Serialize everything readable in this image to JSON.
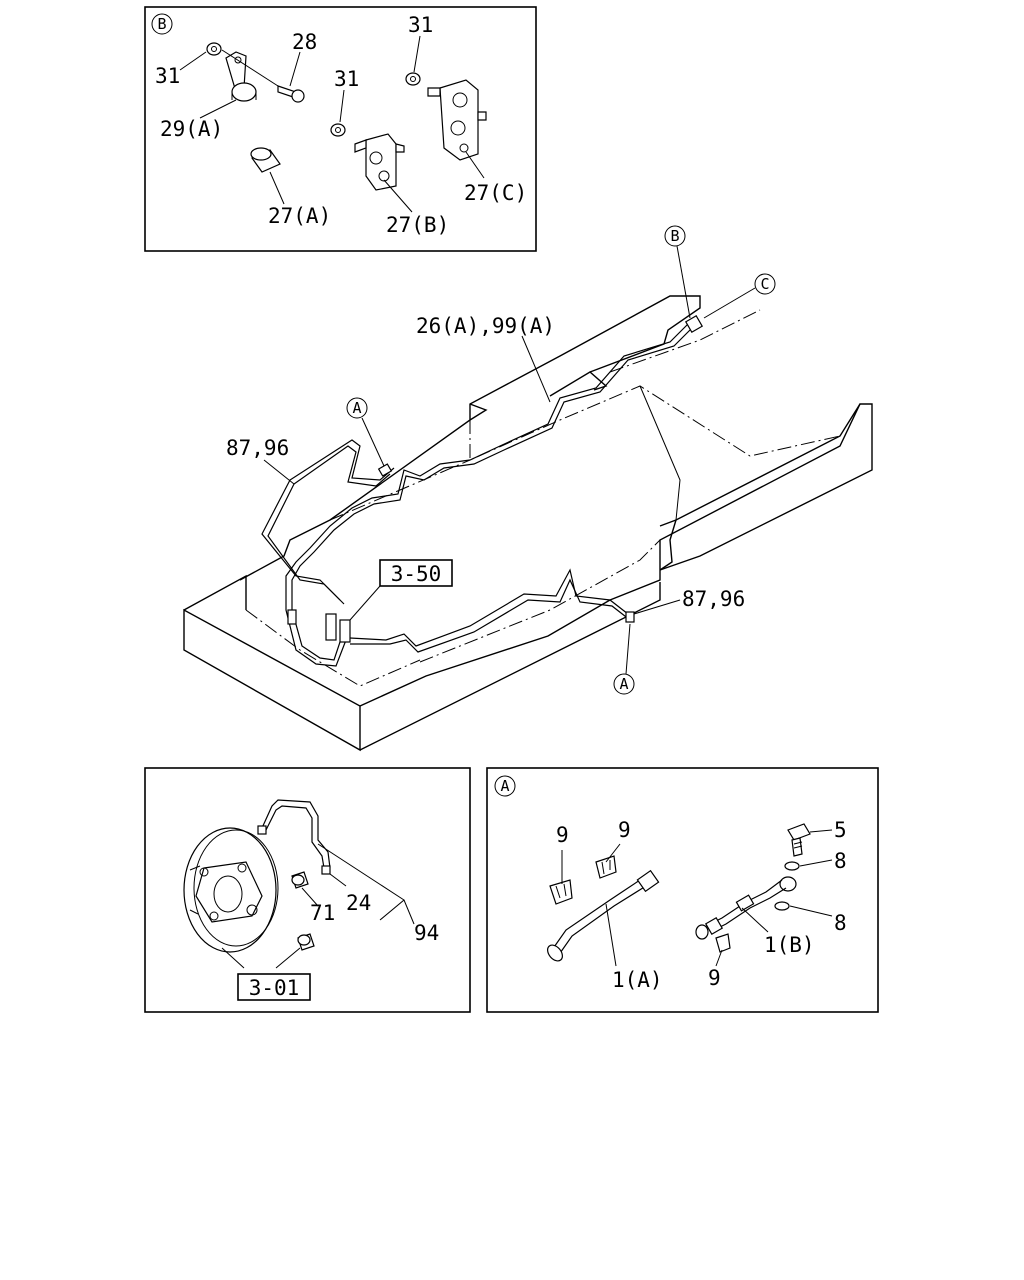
{
  "insets": {
    "b": {
      "marker": "B",
      "labels": {
        "l31a": "31",
        "l28": "28",
        "l29a": "29(A)",
        "l31b": "31",
        "l31c": "31",
        "l27a": "27(A)",
        "l27b": "27(B)",
        "l27c": "27(C)"
      }
    },
    "brake": {
      "labels": {
        "l71": "71",
        "l24": "24",
        "l94": "94",
        "ref": "3-01"
      }
    },
    "a": {
      "marker": "A",
      "labels": {
        "l9a": "9",
        "l9b": "9",
        "l5": "5",
        "l8a": "8",
        "l8b": "8",
        "l1a": "1(A)",
        "l1b": "1(B)",
        "l9c": "9"
      }
    }
  },
  "main": {
    "markers": {
      "b": "B",
      "c": "C",
      "a_top": "A",
      "a_bottom": "A"
    },
    "labels": {
      "l26": "26(A),99(A)",
      "l87_left": "87,96",
      "l87_right": "87,96",
      "ref": "3-50"
    }
  }
}
